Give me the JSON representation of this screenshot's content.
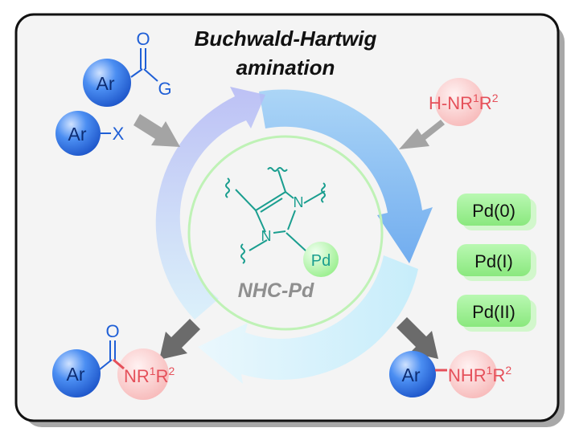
{
  "title": {
    "line1": "Buchwald-Hartwig",
    "line2": "amination"
  },
  "catalyst_label": "NHC-Pd",
  "nhc_structure": {
    "n_top": "N",
    "n_left": "N",
    "metal": "Pd"
  },
  "reagents": {
    "carbonyl_aryl": "Ar",
    "carbonyl_oxygen": "O",
    "carbonyl_group": "G",
    "aryl_halide_aryl": "Ar",
    "aryl_halide_x": "X",
    "amine": {
      "prefix": "H-NR",
      "sup1": "1",
      "mid": "R",
      "sup2": "2"
    }
  },
  "products": {
    "amide": {
      "aryl": "Ar",
      "oxygen": "O",
      "prefix": "NR",
      "sup1": "1",
      "mid": "R",
      "sup2": "2"
    },
    "arylamine": {
      "aryl": "Ar",
      "prefix": "NHR",
      "sup1": "1",
      "mid": "R",
      "sup2": "2"
    }
  },
  "oxidation_states": [
    "Pd(0)",
    "Pd(I)",
    "Pd(II)"
  ],
  "colors": {
    "blue": "#1f5fd6",
    "red_text": "#e5505a",
    "teal": "#1a9e8f",
    "gray_label": "#8f8f8f",
    "green_box": "#a8f5a0"
  }
}
